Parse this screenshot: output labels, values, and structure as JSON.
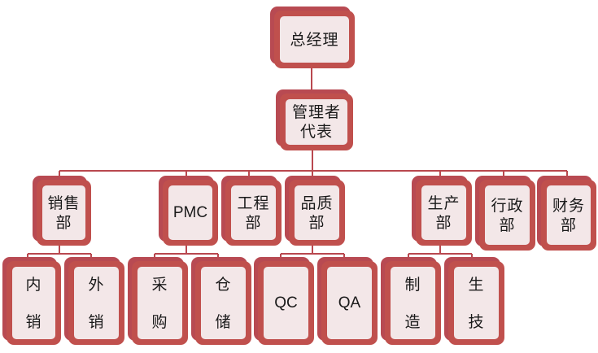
{
  "colors": {
    "frame": "#c0504d",
    "frame_dark": "#b84a52",
    "fill": "#f3e7e8",
    "line": "#b9484f",
    "text": "#1a1a1a"
  },
  "chart": {
    "root": "总经理",
    "management_rep": "管理者\n代表",
    "sales": "销售\n部",
    "sales_domestic": "内\n销",
    "sales_export": "外\n销",
    "pmc": "PMC",
    "pmc_purchasing": "采\n购",
    "pmc_warehouse": "仓\n储",
    "engineering": "工程\n部",
    "quality": "品质\n部",
    "quality_qc": "QC",
    "quality_qa": "QA",
    "production": "生产\n部",
    "production_manufacturing": "制\n造",
    "production_technology": "生\n技",
    "administration": "行政\n部",
    "finance": "财务\n部"
  }
}
